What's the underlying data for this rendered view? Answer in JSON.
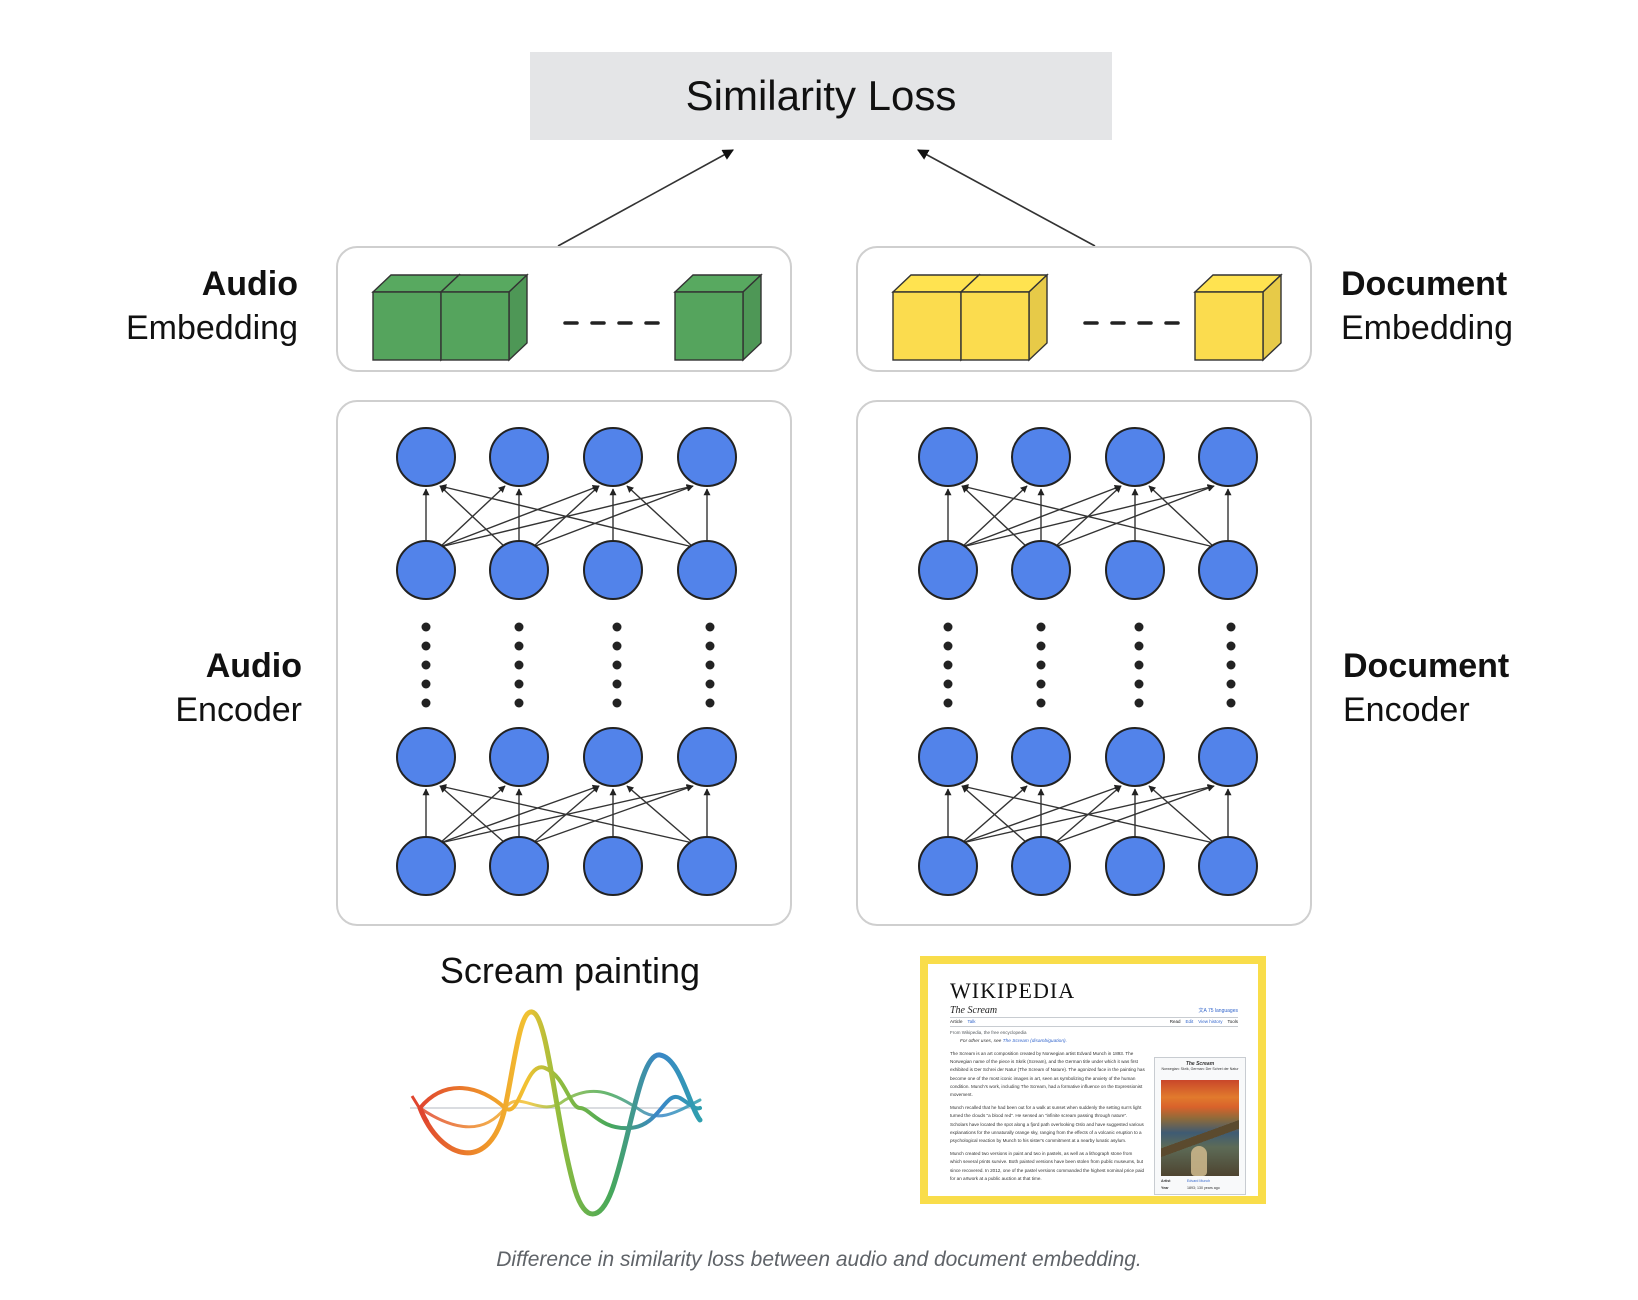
{
  "loss_box": {
    "label": "Similarity Loss"
  },
  "audio": {
    "embedding_label": {
      "bold": "Audio",
      "regular": "Embedding"
    },
    "encoder_label": {
      "bold": "Audio",
      "regular": "Encoder"
    },
    "embedding_color": "#55a45d",
    "input_title": "Scream painting",
    "input_icon": "waveform-icon"
  },
  "document": {
    "embedding_label": {
      "bold": "Document",
      "regular": "Embedding"
    },
    "encoder_label": {
      "bold": "Document",
      "regular": "Encoder"
    },
    "embedding_color": "#fbdc4e",
    "input_icon": "wikipedia-page-thumbnail"
  },
  "neuron_color": "#5283ea",
  "wikipedia": {
    "logo": "WIKIPEDIA",
    "article_title": "The Scream",
    "languages": "75 languages",
    "tabs_left": [
      "Article",
      "Talk"
    ],
    "tabs_right": [
      "Read",
      "Edit",
      "View history",
      "Tools"
    ],
    "from_line": "From Wikipedia, the free encyclopedia",
    "hatnote_prefix": "For other uses, see ",
    "hatnote_link": "The Scream (disambiguation).",
    "paragraphs": [
      "The Scream is an art composition created by Norwegian artist Edvard Munch in 1893. The Norwegian name of the piece is Skrik (Scream), and the German title under which it was first exhibited is Der Schrei der Natur (The Scream of Nature). The agonized face in the painting has become one of the most iconic images in art, seen as symbolizing the anxiety of the human condition. Munch's work, including The Scream, had a formative influence on the Expressionist movement.",
      "Munch recalled that he had been out for a walk at sunset when suddenly the setting sun's light turned the clouds \"a blood red\". He sensed an \"infinite scream passing through nature\". Scholars have located the spot along a fjord path overlooking Oslo and have suggested various explanations for the unnaturally orange sky, ranging from the effects of a volcanic eruption to a psychological reaction by Munch to his sister's commitment at a nearby lunatic asylum.",
      "Munch created two versions in paint and two in pastels, as well as a lithograph stone from which several prints survive. Both painted versions have been stolen from public museums, but since recovered. In 2012, one of the pastel versions commanded the highest nominal price paid for an artwork at a public auction at that time."
    ],
    "infobox": {
      "title": "The Scream",
      "subtitle": "Norwegian: Skrik, German: Der Schrei der Natur",
      "rows": [
        {
          "key": "Artist",
          "value": "Edvard Munch"
        },
        {
          "key": "Year",
          "value": "1893; 130 years ago"
        }
      ]
    }
  },
  "caption": "Difference in similarity loss between audio and document embedding."
}
